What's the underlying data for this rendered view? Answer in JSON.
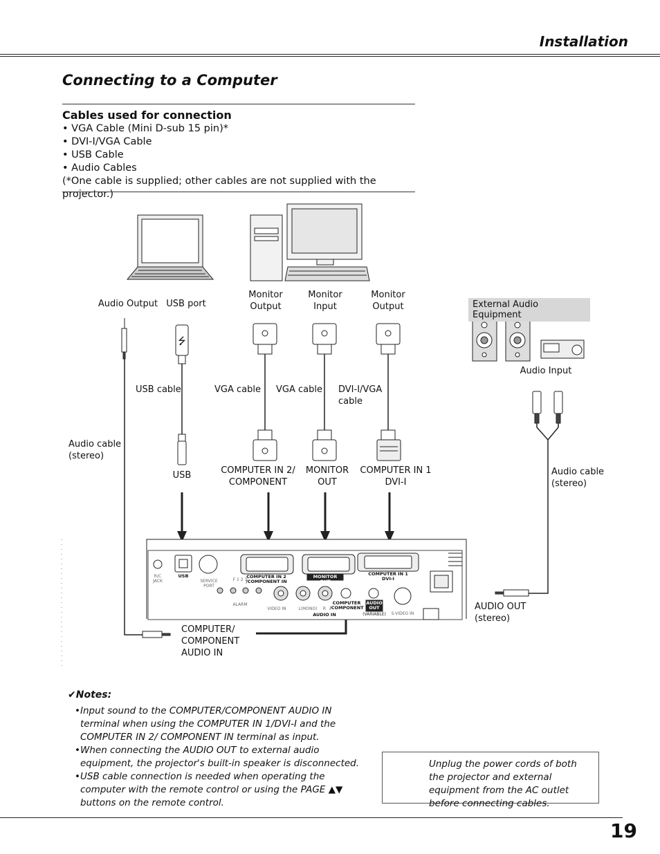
{
  "header": {
    "title": "Installation"
  },
  "section": {
    "title": "Connecting to a Computer"
  },
  "cables": {
    "title": "Cables used for connection",
    "items": [
      "• VGA Cable (Mini D-sub 15 pin)*",
      "• DVI-I/VGA Cable",
      "• USB Cable",
      "• Audio Cables",
      "(*One cable is supplied; other cables are not supplied with the projector.)"
    ]
  },
  "diagram": {
    "top_labels": {
      "audio_output": "Audio Output",
      "usb_port": "USB port",
      "monitor_output_1": "Monitor\nOutput",
      "monitor_input": "Monitor\nInput",
      "monitor_output_2": "Monitor\nOutput",
      "external_audio": "External Audio Equipment",
      "audio_input": "Audio Input"
    },
    "cable_labels": {
      "usb_cable": "USB cable",
      "vga_cable_1": "VGA cable",
      "vga_cable_2": "VGA cable",
      "dvi_vga_cable": "DVI-I/VGA\ncable",
      "audio_cable_left": "Audio cable\n(stereo)",
      "audio_cable_right": "Audio cable\n(stereo)"
    },
    "port_labels": {
      "usb": "USB",
      "computer_in_2": "COMPUTER IN 2/\nCOMPONENT",
      "monitor_out": "MONITOR\nOUT",
      "computer_in_1": "COMPUTER IN 1\nDVI-I",
      "audio_out": "AUDIO OUT\n(stereo)",
      "computer_audio_in": "COMPUTER/\nCOMPONENT\nAUDIO IN"
    },
    "panel_labels": {
      "rc_jack": "R/C\nJACK",
      "usb": "USB",
      "service_port": "SERVICE\nPORT",
      "computer_in_2": "COMPUTER IN 2\n/COMPONENT IN",
      "monitor_out": "MONITOR OUT",
      "computer_in_1": "COMPUTER IN 1\nDVI-I",
      "alarm": "ALARM",
      "alarm_nums": "F    1    2    3",
      "video_in": "VIDEO IN",
      "l_mono": "L(MONO)",
      "r": "R",
      "audio_in": "AUDIO IN",
      "computer_component": "COMPUTER\n/COMPONENT",
      "audio_out": "AUDIO\nOUT",
      "variable": "(VARIABLE)",
      "s_video_in": "S-VIDEO IN"
    }
  },
  "notes": {
    "title": "Notes:",
    "items": [
      "Input sound to the COMPUTER/COMPONENT AUDIO IN terminal when using the COMPUTER IN 1/DVI-I and the COMPUTER IN 2/ COMPONENT IN terminal as input.",
      "When connecting the AUDIO OUT to external audio equipment, the projector's built-in speaker is disconnected.",
      "USB cable connection is needed when operating the computer with the remote control or using the PAGE ▲▼ buttons on the remote control."
    ]
  },
  "warning": {
    "text": "Unplug the power cords of both the projector and external equipment from the AC outlet before connecting cables."
  },
  "footer": {
    "page_number": "19"
  }
}
